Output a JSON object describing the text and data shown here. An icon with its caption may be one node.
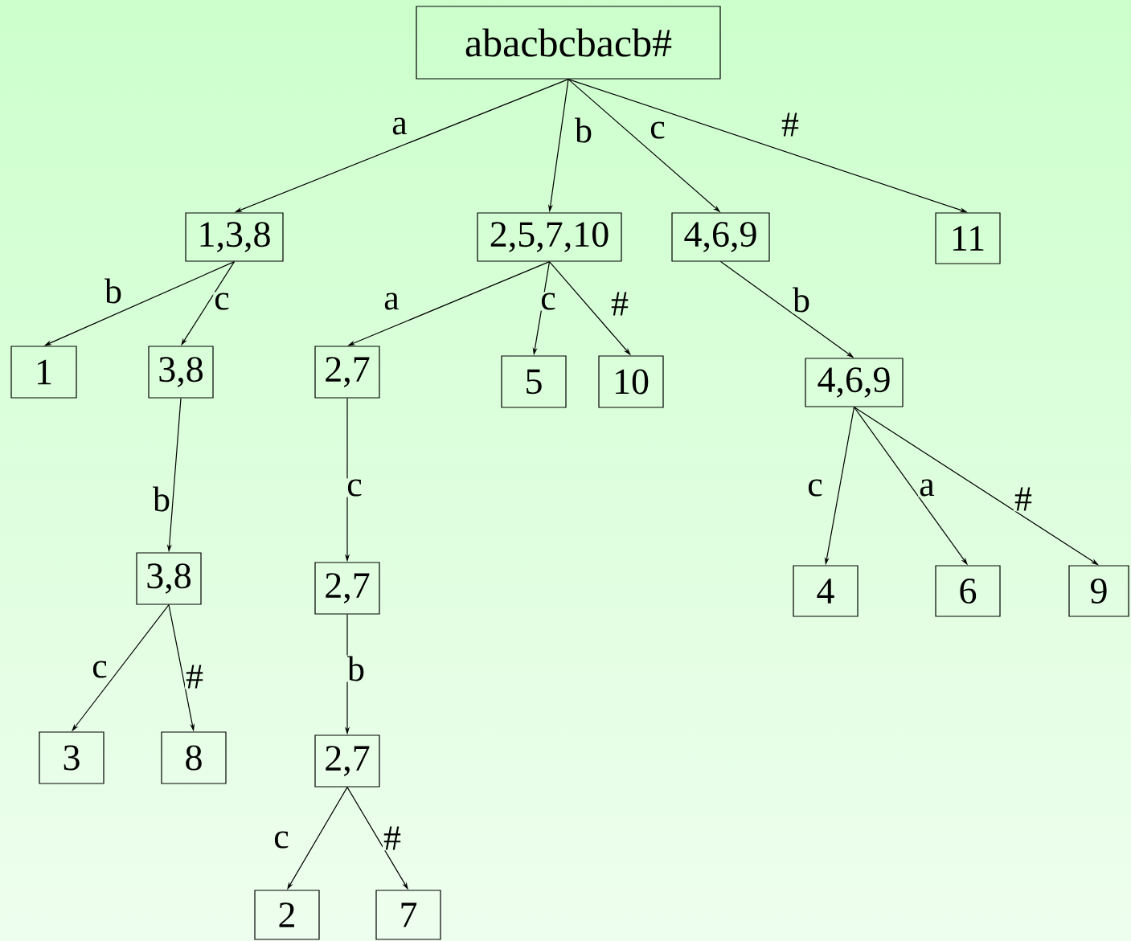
{
  "diagram": {
    "nodes": [
      {
        "text": [
          "abacbcbacb#"
        ]
      },
      {
        "text": [
          "1,3,8"
        ]
      },
      {
        "text": [
          "2,5,7,10"
        ]
      },
      {
        "text": [
          "4,6,9"
        ]
      },
      {
        "text": [
          "11"
        ]
      },
      {
        "text": [
          "1"
        ]
      },
      {
        "text": [
          "3,8"
        ]
      },
      {
        "text": [
          "2,7"
        ]
      },
      {
        "text": [
          "5"
        ]
      },
      {
        "text": [
          "10"
        ]
      },
      {
        "text": [
          "4,6,9"
        ]
      },
      {
        "text": [
          "3,8"
        ]
      },
      {
        "text": [
          "2,7"
        ]
      },
      {
        "text": [
          "4"
        ]
      },
      {
        "text": [
          "6"
        ]
      },
      {
        "text": [
          "9"
        ]
      },
      {
        "text": [
          "3"
        ]
      },
      {
        "text": [
          "8"
        ]
      },
      {
        "text": [
          "2,7"
        ]
      },
      {
        "text": [
          "2"
        ]
      },
      {
        "text": [
          "7"
        ]
      }
    ],
    "edges": [
      {
        "from": 0,
        "to": 1,
        "arrow": "to",
        "label": "a"
      },
      {
        "from": 0,
        "to": 2,
        "arrow": "to",
        "label": "b"
      },
      {
        "from": 0,
        "to": 3,
        "arrow": "to",
        "label": "c"
      },
      {
        "from": 0,
        "to": 4,
        "arrow": "to",
        "label": "#"
      },
      {
        "from": 1,
        "to": 5,
        "arrow": "to",
        "label": "b"
      },
      {
        "from": 1,
        "to": 6,
        "arrow": "to",
        "label": "c"
      },
      {
        "from": 2,
        "to": 7,
        "arrow": "to",
        "label": "a"
      },
      {
        "from": 2,
        "to": 8,
        "arrow": "to",
        "label": "c"
      },
      {
        "from": 2,
        "to": 9,
        "arrow": "to",
        "label": "#"
      },
      {
        "from": 3,
        "to": 10,
        "arrow": "to",
        "label": "b"
      },
      {
        "from": 6,
        "to": 11,
        "arrow": "to",
        "label": "b"
      },
      {
        "from": 7,
        "to": 12,
        "arrow": "to",
        "label": "c"
      },
      {
        "from": 11,
        "to": 16,
        "arrow": "to",
        "label": "c"
      },
      {
        "from": 11,
        "to": 17,
        "arrow": "to",
        "label": "#"
      },
      {
        "from": 12,
        "to": 18,
        "arrow": "to",
        "label": "b"
      },
      {
        "from": 10,
        "to": 13,
        "arrow": "to",
        "label": "c"
      },
      {
        "from": 10,
        "to": 14,
        "arrow": "to",
        "label": "a"
      },
      {
        "from": 10,
        "to": 15,
        "arrow": "to",
        "label": "#"
      },
      {
        "from": 18,
        "to": 19,
        "arrow": "to",
        "label": "c"
      },
      {
        "from": 18,
        "to": 20,
        "arrow": "to",
        "label": "#"
      }
    ]
  }
}
